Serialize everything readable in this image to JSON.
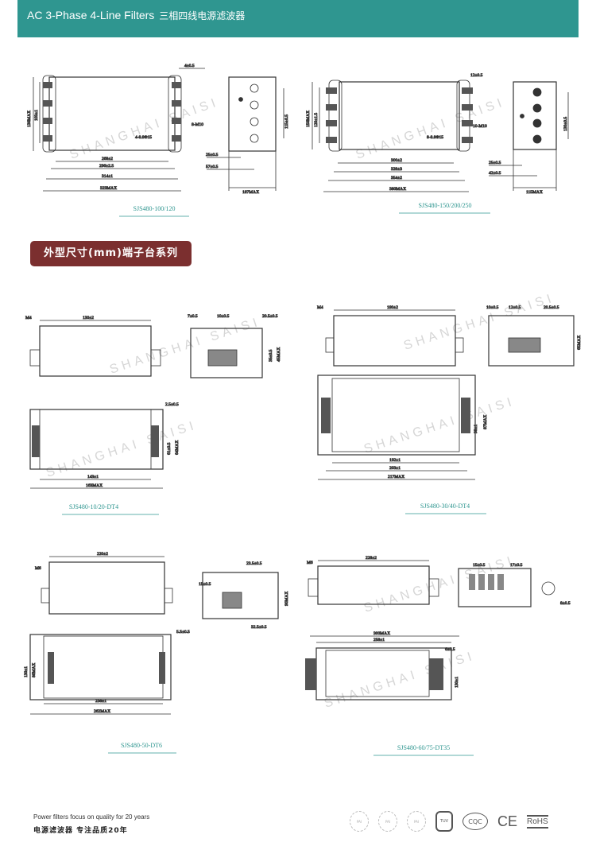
{
  "header": {
    "title": "AC 3-Phase 4-Line Filters",
    "title_cn": "三相四线电源滤波器"
  },
  "section_banner": "外型尺寸(mm)端子台系列",
  "watermark": "SHANGHAI SAISI",
  "drawings": [
    {
      "caption": "SJS480-100/120",
      "dims": [
        "268±2",
        "296±2.5",
        "314±1",
        "323MAX",
        "130MAX",
        "103±1",
        "4±0.5",
        "8-M10",
        "4-8.8Φ15",
        "25±0.5",
        "57±0.5",
        "115±0.5",
        "187MAX"
      ]
    },
    {
      "caption": "SJS480-150/200/250",
      "dims": [
        "300±2",
        "328±3",
        "354±2",
        "380MAX",
        "150MAX",
        "120±1.5",
        "12±0.5",
        "10-M10",
        "8-8.8Φ15",
        "25±0.5",
        "42±0.5",
        "130±0.5",
        "115MAX"
      ]
    },
    {
      "caption": "SJS480-10/20-DT4",
      "dims": [
        "130±2",
        "M4",
        "7±0.5",
        "10±0.5",
        "20.5±0.5",
        "35±0.5",
        "45MAX",
        "2.5±0.5",
        "143±1",
        "163MAX",
        "61±0.5",
        "64MAX"
      ]
    },
    {
      "caption": "SJS480-30/40-DT4",
      "dims": [
        "180±2",
        "M4",
        "10±0.5",
        "12±0.5",
        "20.5±0.5",
        "65MAX",
        "192±1",
        "203±1",
        "217MAX",
        "98±1",
        "87MAX"
      ]
    },
    {
      "caption": "SJS480-50-DT6",
      "dims": [
        "220±2",
        "M6",
        "15±0.5",
        "23.5±0.5",
        "90MAX",
        "32.5±0.5",
        "5.5±0.5",
        "238±1",
        "262MAX",
        "130±1",
        "86MAX"
      ]
    },
    {
      "caption": "SJS480-60/75-DT35",
      "dims": [
        "228±2",
        "M6",
        "15±0.5",
        "17±0.5",
        "300MAX",
        "258±1",
        "6±0.5",
        "130±1",
        "8±0.5"
      ]
    }
  ],
  "footer": {
    "slogan_en": "Power filters focus on quality for 20 years",
    "slogan_cn": "电源滤波器  专注品质20年",
    "certs": [
      "PAI",
      "PAI",
      "PAI",
      "TUV",
      "CQC",
      "CE",
      "RoHS"
    ]
  }
}
